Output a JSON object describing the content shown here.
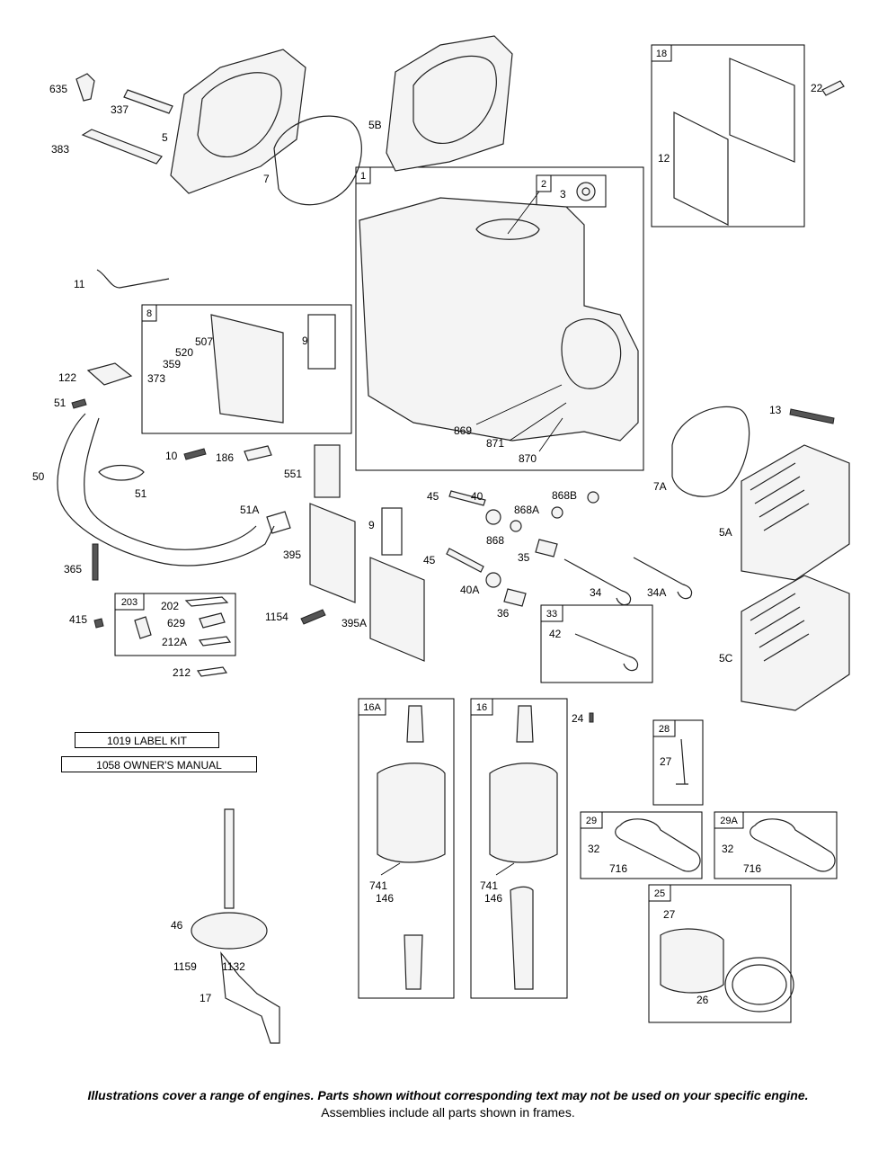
{
  "labels": {
    "l635": "635",
    "l337": "337",
    "l5": "5",
    "l383": "383",
    "l7": "7",
    "l5B": "5B",
    "l22": "22",
    "l12": "12",
    "l3": "3",
    "l11": "11",
    "l9a": "9",
    "l507": "507",
    "l520": "520",
    "l359": "359",
    "l373": "373",
    "l122": "122",
    "l51a": "51",
    "l10": "10",
    "l186": "186",
    "l869": "869",
    "l871": "871",
    "l870": "870",
    "l13": "13",
    "l7A": "7A",
    "l50": "50",
    "l51b": "51",
    "l551": "551",
    "l45a": "45",
    "l40": "40",
    "l868A": "868A",
    "l868B": "868B",
    "l868": "868",
    "l35": "35",
    "l5A": "5A",
    "l51A": "51A",
    "l9b": "9",
    "l395": "395",
    "l45b": "45",
    "l34": "34",
    "l34A": "34A",
    "l40A": "40A",
    "l36": "36",
    "l365": "365",
    "l202": "202",
    "l629": "629",
    "l212A": "212A",
    "l415": "415",
    "l1154": "1154",
    "l395A": "395A",
    "l42": "42",
    "l5C": "5C",
    "l212": "212",
    "l24": "24",
    "l27a": "27",
    "l741a": "741",
    "l146a": "146",
    "l741b": "741",
    "l146b": "146",
    "l32a": "32",
    "l716a": "716",
    "l32b": "32",
    "l716b": "716",
    "l46": "46",
    "l27b": "27",
    "l26": "26",
    "l1159": "1159",
    "l1132": "1132",
    "l17": "17"
  },
  "frames": {
    "f18": "18",
    "f1": "1",
    "f2": "2",
    "f8": "8",
    "f203": "203",
    "f33": "33",
    "f16A": "16A",
    "f16": "16",
    "f28": "28",
    "f29": "29",
    "f29A": "29A",
    "f25": "25"
  },
  "kits": {
    "label_kit": "1019 LABEL KIT",
    "owners_manual": "1058 OWNER'S MANUAL"
  },
  "footer": {
    "line1": "Illustrations cover a range of engines. Parts shown without corresponding text may not be used on your specific engine.",
    "line2": "Assemblies include all parts shown in frames."
  }
}
